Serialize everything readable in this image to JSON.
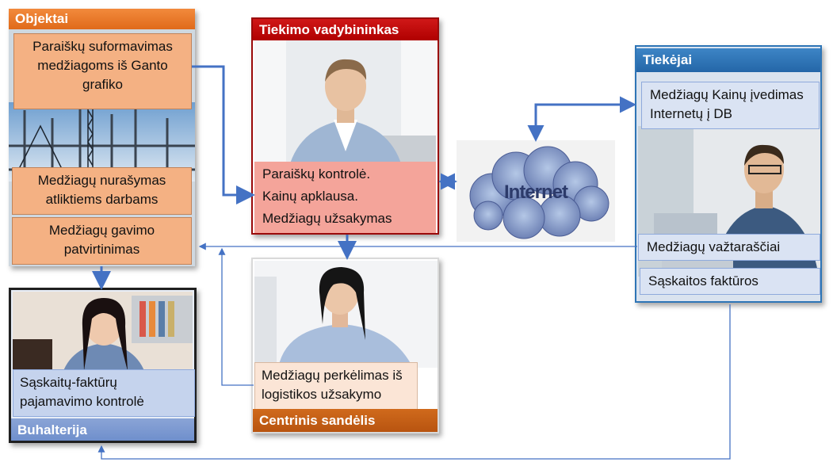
{
  "colors": {
    "objektai": "#e87022",
    "tiekimas": "#c00000",
    "tiekejai": "#2e75b6",
    "sandelis": "#c55a11",
    "buhalterija": "#4472c4",
    "arrow": "#4472c4"
  },
  "objektai": {
    "header": "Objektai",
    "box1": "Paraiškų suformavimas medžiagoms iš Ganto grafiko",
    "box2": "Medžiagų nurašymas atliktiems darbams",
    "box3": "Medžiagų gavimo patvirtinimas"
  },
  "tiekimas": {
    "header": "Tiekimo vadybininkas",
    "line1": "Paraiškų kontrolė.",
    "line2": "Kainų apklausa.",
    "line3": "Medžiagų užsakymas"
  },
  "internet": {
    "label": "Internet"
  },
  "tiekejai": {
    "header": "Tiekėjai",
    "box1": "Medžiagų Kainų įvedimas Internetų į DB",
    "box2": "Medžiagų važtaraščiai",
    "box3": "Sąskaitos faktūros"
  },
  "sandelis": {
    "box": "Medžiagų perkėlimas iš logistikos užsakymo",
    "footer": "Centrinis sandėlis"
  },
  "buhalterija": {
    "box": "Sąskaitų-faktūrų pajamavimo kontrolė",
    "footer": "Buhalterija"
  }
}
